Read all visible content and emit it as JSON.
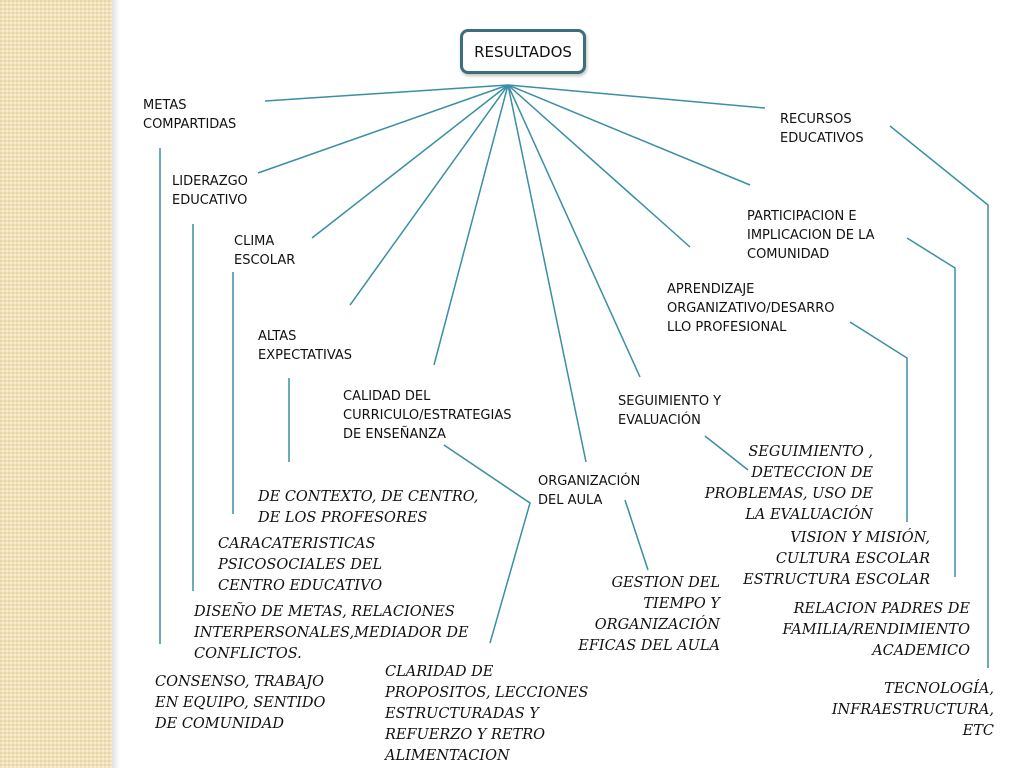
{
  "root": "RESULTADOS",
  "nodes": {
    "metas": "METAS\nCOMPARTIDAS",
    "liderazgo": "LIDERAZGO\nEDUCATIVO",
    "clima": "CLIMA\nESCOLAR",
    "altas": "ALTAS\nEXPECTATIVAS",
    "calidad": "CALIDAD DEL\nCURRICULO/ESTRATEGIAS\nDE ENSEÑANZA",
    "organizacion": "ORGANIZACIÓN\nDEL AULA",
    "seguimiento": "SEGUIMIENTO Y\nEVALUACIÓN",
    "aprendizaje": "APRENDIZAJE\nORGANIZATIVO/DESARRO\nLLO PROFESIONAL",
    "participacion": "PARTICIPACION E\nIMPLICACION DE  LA\nCOMUNIDAD",
    "recursos": "RECURSOS\nEDUCATIVOS"
  },
  "descriptions": {
    "metas": "CONSENSO, TRABAJO\nEN  EQUIPO, SENTIDO\nDE COMUNIDAD",
    "liderazgo": "DISEÑO DE METAS, RELACIONES\nINTERPERSONALES,MEDIADOR DE\nCONFLICTOS.",
    "clima": "CARACATERISTICAS\nPSICOSOCIALES  DEL\nCENTRO EDUCATIVO",
    "altas": "DE CONTEXTO, DE CENTRO,\nDE LOS PROFESORES",
    "calidad": "CLARIDAD DE\nPROPOSITOS, LECCIONES\nESTRUCTURADAS  Y\nREFUERZO Y RETRO\nALIMENTACION",
    "organizacion": "GESTION DEL\nTIEMPO Y\nORGANIZACIÓN\nEFICAS  DEL AULA",
    "seguimiento": "SEGUIMIENTO ,\nDETECCION DE\nPROBLEMAS, USO  DE\nLA EVALUACIÓN",
    "aprendizaje": "VISION Y MISIÓN,\nCULTURA ESCOLAR\nESTRUCTURA ESCOLAR",
    "participacion": "RELACION PADRES DE\nFAMILIA/RENDIMIENTO\nACADEMICO",
    "recursos": "TECNOLOGÍA,\nINFRAESTRUCTURA,\nETC"
  },
  "colors": {
    "line": "#3b8ea5",
    "root_border": "#3b6f7c",
    "side_stripe": "#f3e2b6"
  }
}
